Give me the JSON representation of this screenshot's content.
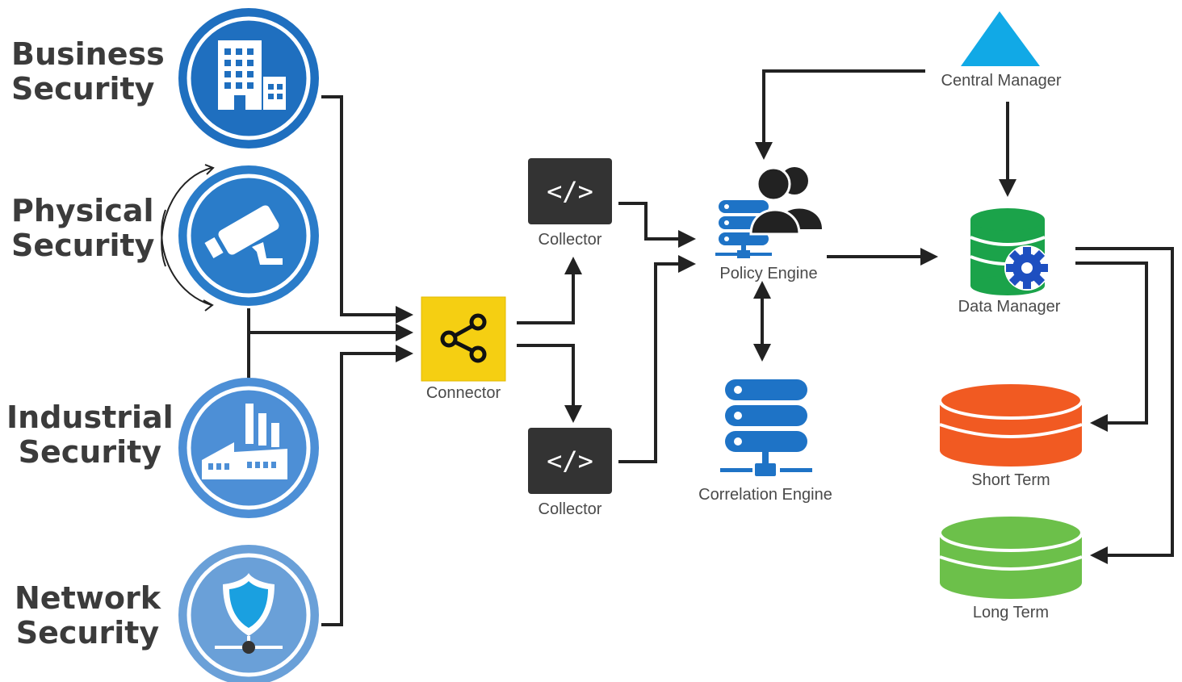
{
  "sources": [
    {
      "id": "business",
      "line1": "Business",
      "line2": "Security",
      "icon": "building-icon"
    },
    {
      "id": "physical",
      "line1": "Physical",
      "line2": "Security",
      "icon": "camera-icon"
    },
    {
      "id": "industrial",
      "line1": "Industrial",
      "line2": "Security",
      "icon": "factory-icon"
    },
    {
      "id": "network",
      "line1": "Network",
      "line2": "Security",
      "icon": "shield-network-icon"
    }
  ],
  "nodes": {
    "connector": {
      "label": "Connector",
      "icon": "share-icon"
    },
    "collector_top": {
      "label": "Collector",
      "glyph": "</>",
      "icon": "code-icon"
    },
    "collector_bottom": {
      "label": "Collector",
      "glyph": "</>",
      "icon": "code-icon"
    },
    "policy_engine": {
      "label": "Policy Engine",
      "icon": "server-users-icon"
    },
    "correlation_engine": {
      "label": "Correlation Engine",
      "icon": "server-stack-icon"
    },
    "central_manager": {
      "label": "Central Manager",
      "icon": "triangle-icon"
    },
    "data_manager": {
      "label": "Data Manager",
      "icon": "database-gear-icon"
    },
    "short_term": {
      "label": "Short Term",
      "icon": "database-icon"
    },
    "long_term": {
      "label": "Long Term",
      "icon": "database-icon"
    }
  },
  "colors": {
    "blue_dark": "#1f6fbf",
    "blue_mid": "#2a7cc9",
    "blue_light": "#6aa0d8",
    "server_blue": "#1e73c6",
    "connector_yellow": "#f5cf12",
    "collector_gray": "#333333",
    "triangle_cyan": "#11a9e6",
    "green_dark": "#1ba34a",
    "orange": "#f15a22",
    "green_light": "#6cc04a",
    "arrow": "#222222",
    "text": "#3b3b3b"
  }
}
